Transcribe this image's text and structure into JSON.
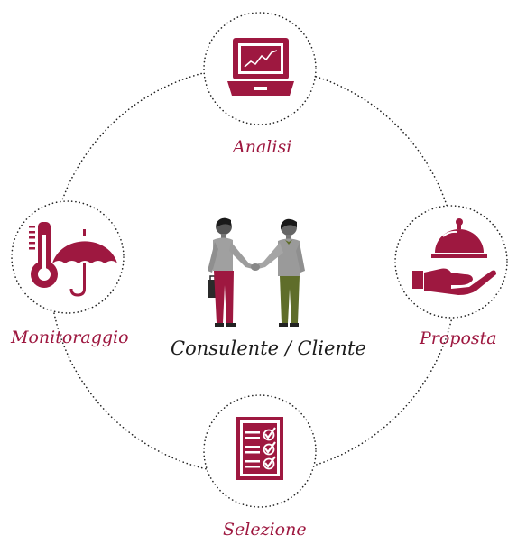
{
  "colors": {
    "accent": "#9e1840",
    "dots": "#222222",
    "text": "#1c1c1c"
  },
  "center": {
    "label": "Consulente / Cliente",
    "icon": "handshake-people-icon"
  },
  "nodes": {
    "top": {
      "label": "Analisi",
      "icon": "laptop-chart-icon"
    },
    "right": {
      "label": "Proposta",
      "icon": "serving-cloche-hand-icon"
    },
    "bottom": {
      "label": "Selezione",
      "icon": "checklist-icon"
    },
    "left": {
      "label": "Monitoraggio",
      "icon": "thermometer-umbrella-icon"
    }
  }
}
